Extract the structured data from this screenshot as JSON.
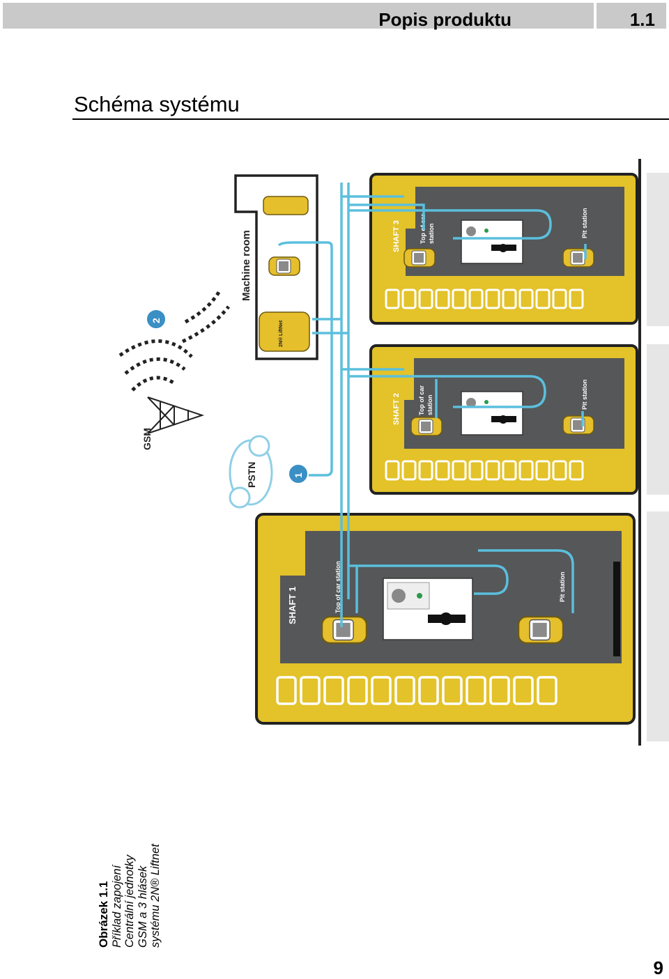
{
  "header": {
    "section_title": "Popis produktu",
    "section_number": "1.1"
  },
  "page": {
    "heading": "Schéma systému",
    "page_number": "9"
  },
  "diagram": {
    "labels": {
      "shaft1": "SHAFT 1",
      "shaft2": "SHAFT 2",
      "shaft3": "SHAFT 3",
      "top_of_car_station": "Top of car station",
      "top_of_car": "Top of car",
      "station": "station",
      "pit_station": "Pit station",
      "machine_room": "Machine room",
      "liftnet": "2N® LiftNet",
      "gsm": "GSM",
      "pstn": "PSTN",
      "marker1": "1",
      "marker2": "2"
    },
    "colors": {
      "wire": "#5bbfdd",
      "shaft_yellow": "#e3c22a",
      "shaft_grey": "#555759",
      "marker_blue": "#3a8fc4"
    }
  },
  "caption": {
    "title": "Obrázek 1.1",
    "line1": "Příklad zapojení",
    "line2": "Centrální jednotky",
    "line3": "GSM a 3 hlásek",
    "line4": "systému 2N® Liftnet"
  }
}
